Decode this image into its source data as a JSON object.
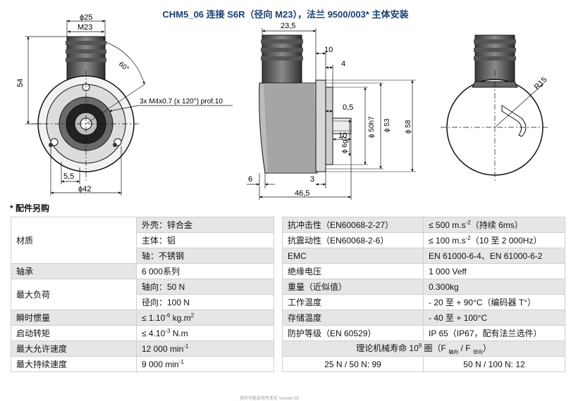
{
  "title": "CHM5_06 连接 S6R（径向 M23），法兰 9500/003* 主体安装",
  "drawing": {
    "d25": "ϕ25",
    "m23": "M23",
    "h54": "54",
    "angle60": "60°",
    "thread": "3x M4x0.7 (x 120°) prof.10",
    "w55": "5,5",
    "d42": "ϕ42",
    "w235": "23,5",
    "w10": "10",
    "w4": "4",
    "w05": "0,5",
    "d50h7": "ϕ 50h7",
    "d53": "ϕ 53",
    "d58": "ϕ 58",
    "w10b": "10",
    "d6g7": "ϕ 6g7",
    "w6": "6",
    "w3": "3",
    "w465": "46,5",
    "r15": "R15"
  },
  "note": "* 配件另购",
  "table": {
    "materials": {
      "label": "材质",
      "housing": "外壳：锌合金",
      "body": "主体：铝",
      "shaft": "轴：不锈钢"
    },
    "bearing": {
      "label": "轴承",
      "value": "6 000系列"
    },
    "max_load": {
      "label": "最大负荷",
      "axial": "轴向：50 N",
      "radial": "径向：100 N"
    },
    "inertia": {
      "label": "瞬时惯量",
      "value_main": "≤ 1.10",
      "value_exp": "-6",
      "value_unit": " kg.m",
      "value_unit_exp": "2"
    },
    "torque": {
      "label": "启动转矩",
      "value_main": "≤ 4.10",
      "value_exp": "-3",
      "value_unit": " N.m"
    },
    "max_speed": {
      "label": "最大允许速度",
      "value_main": "12 000 min",
      "value_exp": "-1"
    },
    "cont_speed": {
      "label": "最大持续速度",
      "value_main": "9 000 min",
      "value_exp": "-1"
    },
    "shock": {
      "label": "抗冲击性（EN60068-2-27）",
      "value_main": "≤ 500 m.s",
      "value_exp": "-2",
      "value_rest": "（持续 6ms）"
    },
    "vibration": {
      "label": "抗震动性（EN60068-2-6）",
      "value_main": "≤ 100 m.s",
      "value_exp": "-2",
      "value_rest": "（10 至 2 000Hz）"
    },
    "emc": {
      "label": "EMC",
      "value": "EN 61000-6-4、EN 61000-6-2"
    },
    "insulation": {
      "label": "绝缘电压",
      "value": "1 000 Veff"
    },
    "weight": {
      "label": "重量（近似值）",
      "value": "0.300kg"
    },
    "op_temp": {
      "label": "工作温度",
      "value": "- 20 至 + 90°C（编码器 T°）"
    },
    "storage_temp": {
      "label": "存储温度",
      "value": "- 40 至 + 100°C"
    },
    "protection": {
      "label": "防护等级（EN 60529）",
      "value": "IP 65（IP67，配有法兰选件）"
    },
    "life": {
      "label_main": "理论机械寿命 10",
      "label_exp": "9",
      "label_mid": " 圈（F ",
      "label_sub1": "轴向",
      "label_slash": " / F ",
      "label_sub2": "径向",
      "label_end": "）",
      "left": "25 N / 50 N: 99",
      "right": "50 N / 100 N: 12"
    }
  },
  "footer": "资料可能会有所变化  Version 03"
}
